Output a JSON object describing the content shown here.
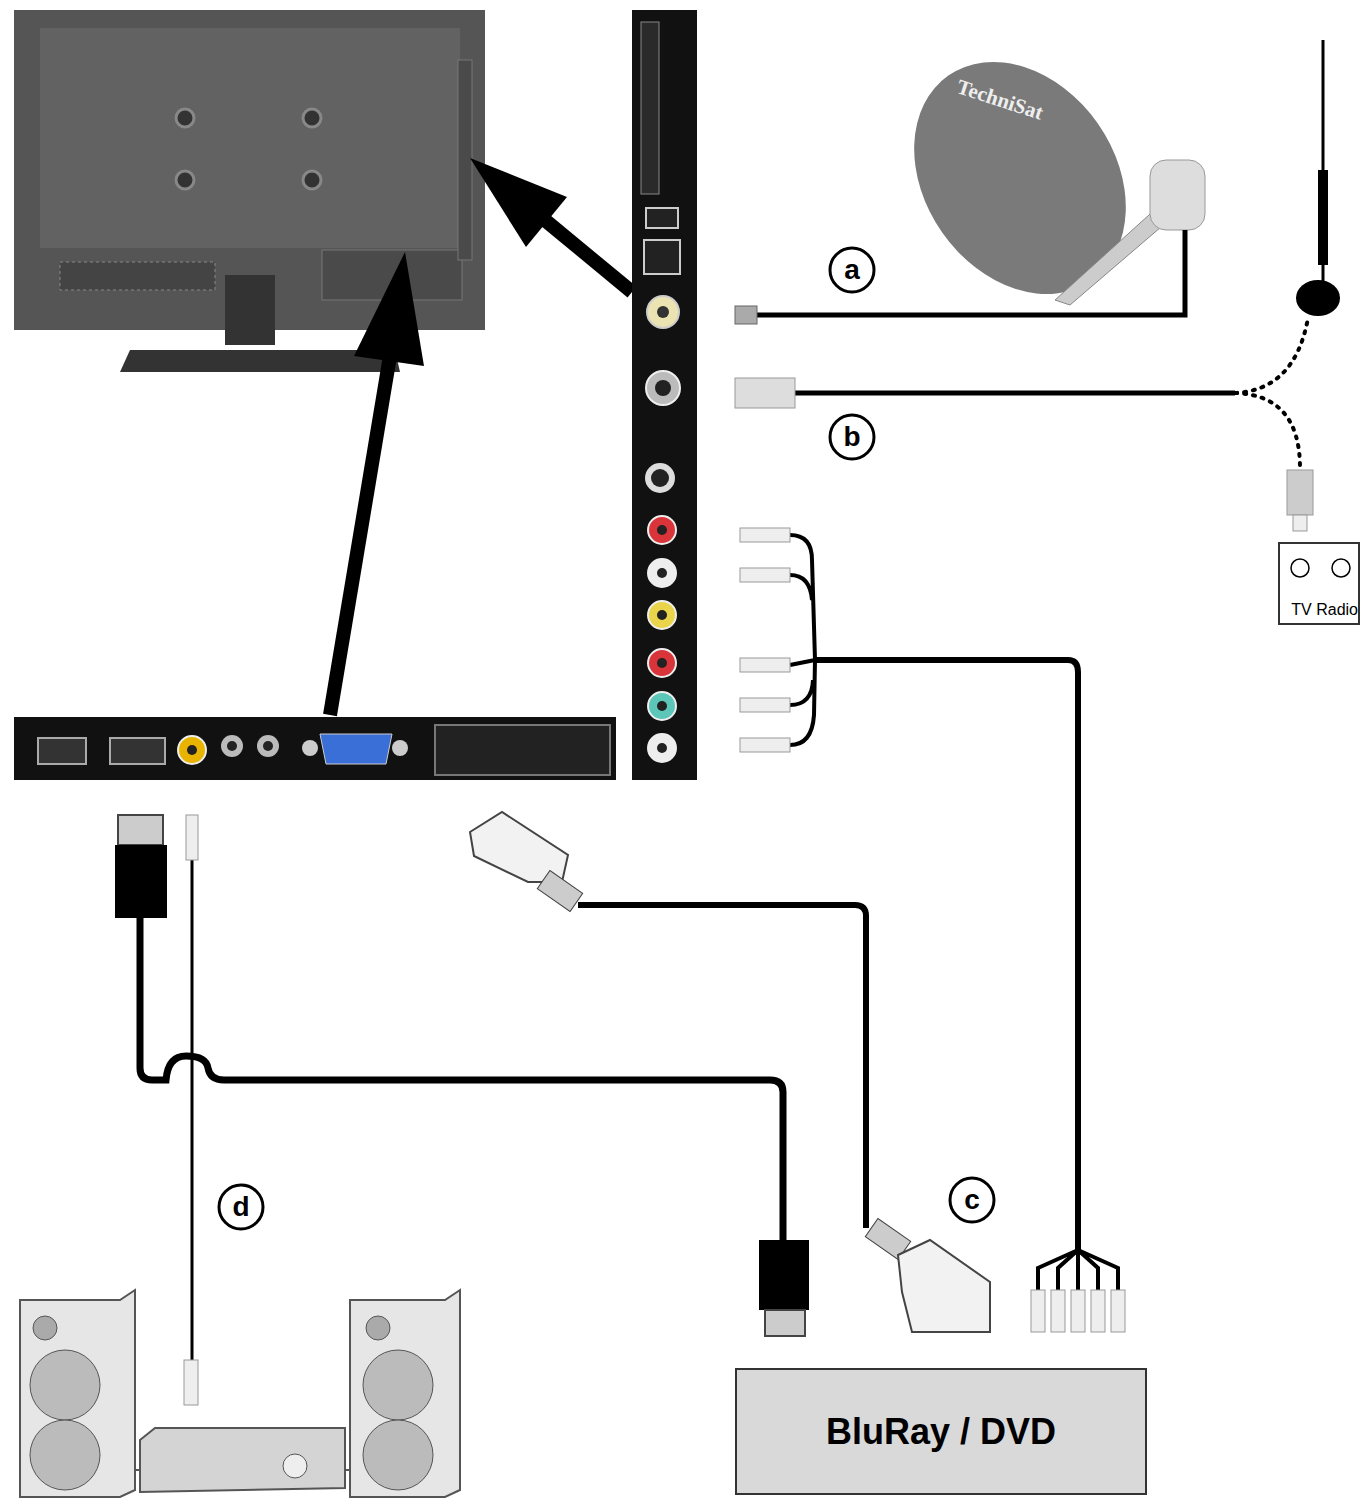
{
  "diagram": {
    "nodes": [
      {
        "text": [
          "BluRay / DVD"
        ]
      },
      {
        "text": [
          "TV Radio"
        ]
      }
    ],
    "labels": [
      "TechniSat",
      "a",
      "b",
      "c",
      "d"
    ]
  }
}
